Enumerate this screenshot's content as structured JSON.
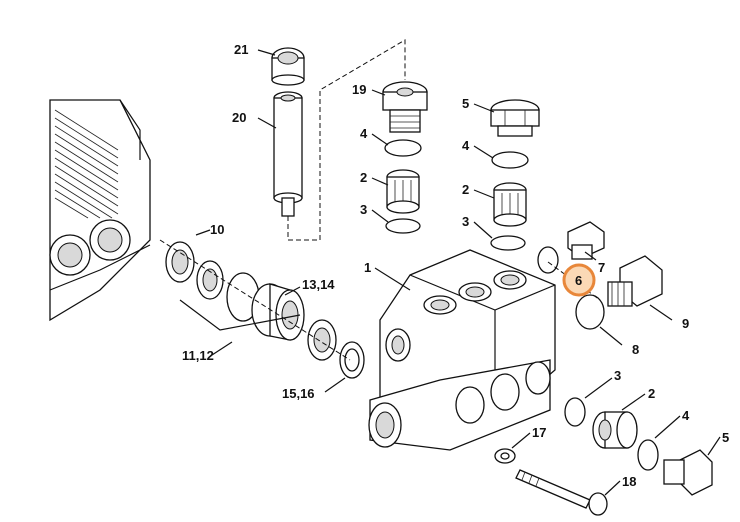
{
  "diagram": {
    "highlight_color": "#e8873a",
    "highlight_fill": "#fbd9b6",
    "highlighted_label": "6",
    "labels": {
      "p21": "21",
      "p20": "20",
      "p19": "19",
      "p5a": "5",
      "p4a": "4",
      "p4b": "4",
      "p2a": "2",
      "p2b": "2",
      "p3a": "3",
      "p3b": "3",
      "p10": "10",
      "p1": "1",
      "p7": "7",
      "p6": "6",
      "p9": "9",
      "p8": "8",
      "p1314": "13,14",
      "p1112": "11,12",
      "p1516": "15,16",
      "p3c": "3",
      "p2c": "2",
      "p4c": "4",
      "p5b": "5",
      "p17": "17",
      "p18": "18"
    }
  }
}
